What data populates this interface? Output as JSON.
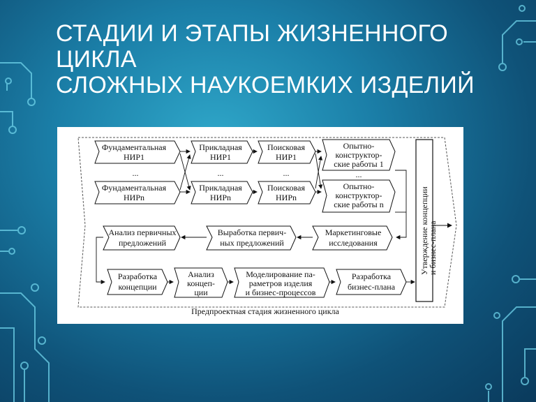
{
  "title": {
    "line1": "СТАДИИ И ЭТАПЫ ЖИЗНЕННОГО",
    "line2": "ЦИКЛА",
    "line3": "СЛОЖНЫХ НАУКОЕМКИХ ИЗДЕЛИЙ"
  },
  "diagram": {
    "row1": {
      "fund": [
        "Фундаментальная",
        "НИР1"
      ],
      "prikl": [
        "Прикладная",
        "НИР1"
      ],
      "poisk": [
        "Поисковая",
        "НИР1"
      ],
      "okr": [
        "Опытно-",
        "конструктор-",
        "ские работы 1"
      ]
    },
    "ellipsis": "...",
    "row2": {
      "fund": [
        "Фундаментальная",
        "НИРn"
      ],
      "prikl": [
        "Прикладная",
        "НИРn"
      ],
      "poisk": [
        "Поисковая",
        "НИРn"
      ],
      "okr": [
        "Опытно-",
        "конструктор-",
        "ские работы n"
      ]
    },
    "row3": {
      "analiz": [
        "Анализ первичных",
        "предложений"
      ],
      "vyrabotka": [
        "Выработка первич-",
        "ных предложений"
      ],
      "marketing": [
        "Маркетинговые",
        "исследования"
      ]
    },
    "row4": {
      "razr_konc": [
        "Разработка",
        "концепции"
      ],
      "analiz_konc": [
        "Анализ",
        "концеп-",
        "ции"
      ],
      "model": [
        "Моделирование па-",
        "раметров изделия",
        "и бизнес-процессов"
      ],
      "biz_plan": [
        "Разработка",
        "бизнес-плана"
      ]
    },
    "vertical": [
      "Утверждение концепции",
      "и бизнес-плана"
    ],
    "stage_caption": "Предпроектная стадия жизненного цикла"
  }
}
